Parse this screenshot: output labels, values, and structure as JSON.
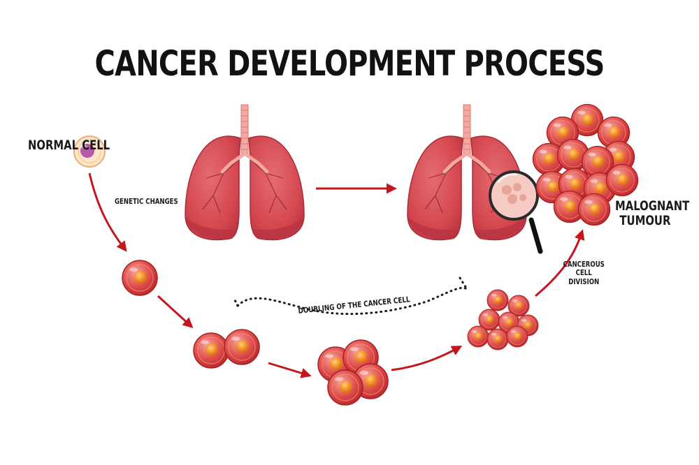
{
  "diagram": {
    "title": "CANCER DEVELOPMENT PROCESS",
    "labels": {
      "normal_cell": "NORMAL CELL",
      "genetic_changes": "GENETIC CHANGES",
      "doubling": "DOUBLING OF THE CANCER CELL",
      "cancerous_division": "CANCEROUS CELL DIVISION",
      "malignant_tumour": "MALOGNANT TUMOUR"
    },
    "stages": [
      {
        "id": "normal-cell"
      },
      {
        "id": "single-cancer-cell",
        "cell_count": 1
      },
      {
        "id": "two-cell-cluster",
        "cell_count": 2
      },
      {
        "id": "four-cell-cluster",
        "cell_count": 4
      },
      {
        "id": "small-tumour-cluster"
      },
      {
        "id": "malignant-tumour"
      }
    ],
    "colors": {
      "arrow": "#c4161c",
      "cell_membrane": "#d83a38",
      "cell_nucleus": "#f28a22",
      "lung_tissue": "#d9545c",
      "normal_cell_fill": "#fde7c8",
      "normal_cell_nucleus": "#b45aa8",
      "title": "#121212"
    },
    "icons": [
      "lungs-icon",
      "magnifier-icon"
    ]
  }
}
